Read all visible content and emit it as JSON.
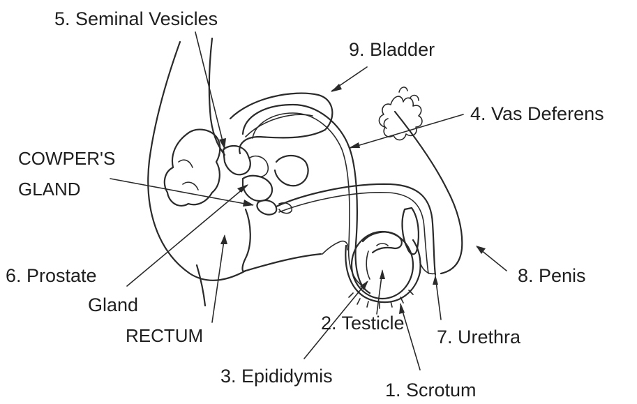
{
  "labels": {
    "seminal_vesicles": "5. Seminal Vesicles",
    "bladder": "9. Bladder",
    "vas_deferens": "4. Vas Deferens",
    "cowpers_line1": "COWPER'S",
    "cowpers_line2": "GLAND",
    "prostate_line1": "6. Prostate",
    "prostate_line2": "Gland",
    "rectum": "RECTUM",
    "penis": "8. Penis",
    "testicle": "2. Testicle",
    "urethra": "7. Urethra",
    "epididymis": "3. Epididymis",
    "scrotum": "1. Scrotum"
  }
}
